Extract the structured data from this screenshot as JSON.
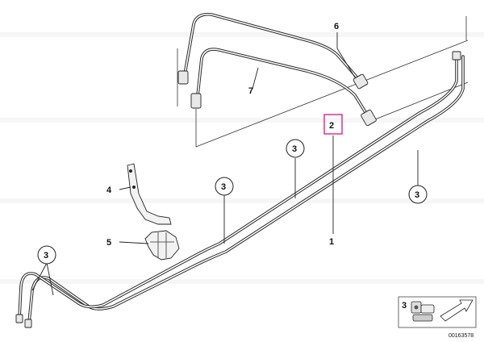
{
  "diagram": {
    "parts": [
      {
        "id": "1",
        "label": "1"
      },
      {
        "id": "2",
        "label": "2",
        "highlighted": true
      },
      {
        "id": "3",
        "label": "3"
      },
      {
        "id": "4",
        "label": "4"
      },
      {
        "id": "5",
        "label": "5"
      },
      {
        "id": "6",
        "label": "6"
      },
      {
        "id": "7",
        "label": "7"
      }
    ],
    "reference_box": {
      "label": "3"
    },
    "diagram_number": "00163578",
    "colors": {
      "highlight": "#e0218a",
      "line": "#2a2a2a"
    }
  }
}
